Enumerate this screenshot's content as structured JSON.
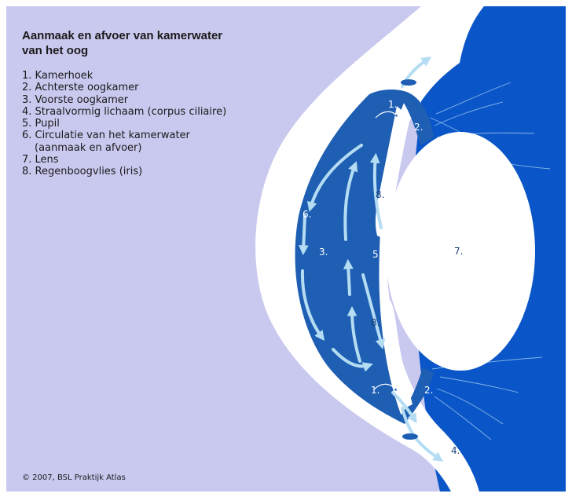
{
  "title": {
    "line1": "Aanmaak en afvoer van kamerwater",
    "line2": "van het oog"
  },
  "legend": {
    "items": [
      "1. Kamerhoek",
      "2. Achterste oogkamer",
      "3. Voorste oogkamer",
      "4. Straalvormig lichaam (corpus ciliaire)",
      "5. Pupil",
      "6. Circulatie van het kamerwater",
      "(aanmaak en afvoer)",
      "7. Lens",
      "8. Regenboogvlies (iris)"
    ]
  },
  "labels": {
    "kamerhoek_top": "1.",
    "kamerhoek_bottom": "1.",
    "achterste_top": "2.",
    "achterste_bottom": "2.",
    "voorste": "3.",
    "straalvormig": "4.",
    "pupil": "5.",
    "circulatie": "6.",
    "lens": "7.",
    "iris_top": "8.",
    "iris_bottom": "8."
  },
  "copyright": "© 2007, BSL Praktijk Atlas",
  "colors": {
    "background": "#c9c8ef",
    "cornea": "#ffffff",
    "chamber": "#1e5fb3",
    "vitreous": "#0a56c8",
    "arrow": "#a8d4ef"
  }
}
